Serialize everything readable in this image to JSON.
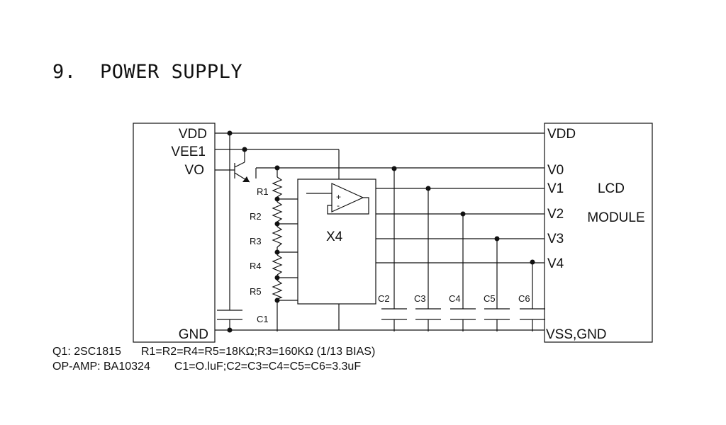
{
  "section": {
    "number": "9.",
    "title": "POWER SUPPLY"
  },
  "left_pins": {
    "vdd": "VDD",
    "vee1": "VEE1",
    "vo": "VO",
    "gnd": "GND"
  },
  "lcd_module": {
    "title_line1": "LCD",
    "title_line2": "MODULE",
    "pins": {
      "vdd": "VDD",
      "v0": "V0",
      "v1": "V1",
      "v2": "V2",
      "v3": "V3",
      "v4": "V4",
      "vss": "VSS,GND"
    }
  },
  "components": {
    "resistors": [
      "R1",
      "R2",
      "R3",
      "R4",
      "R5"
    ],
    "capacitors": [
      "C1",
      "C2",
      "C3",
      "C4",
      "C5",
      "C6"
    ],
    "opamp": {
      "label": "X4",
      "plus": "+",
      "minus": "-"
    }
  },
  "notes": {
    "q1": "Q1: 2SC1815",
    "resistor_values": "R1=R2=R4=R5=18KΩ;R3=160KΩ (1/13 BIAS)",
    "opamp": "OP-AMP: BA10324",
    "capacitor_values": "C1=O.luF;C2=C3=C4=C5=C6=3.3uF"
  }
}
